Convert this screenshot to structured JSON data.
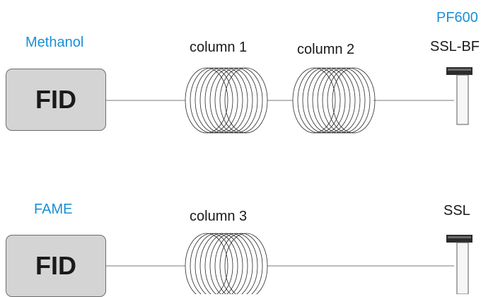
{
  "colors": {
    "label_blue": "#1a8fd6",
    "text_dark": "#1a1a1a",
    "detector_fill": "#d4d4d4",
    "line": "#7a7a7a"
  },
  "pf_label": "PF600",
  "row1": {
    "label": "Methanol",
    "detector": "FID",
    "columns": [
      "column 1",
      "column 2"
    ],
    "injector": "SSL-BF"
  },
  "row2": {
    "label": "FAME",
    "detector": "FID",
    "columns": [
      "column 3"
    ],
    "injector": "SSL"
  }
}
